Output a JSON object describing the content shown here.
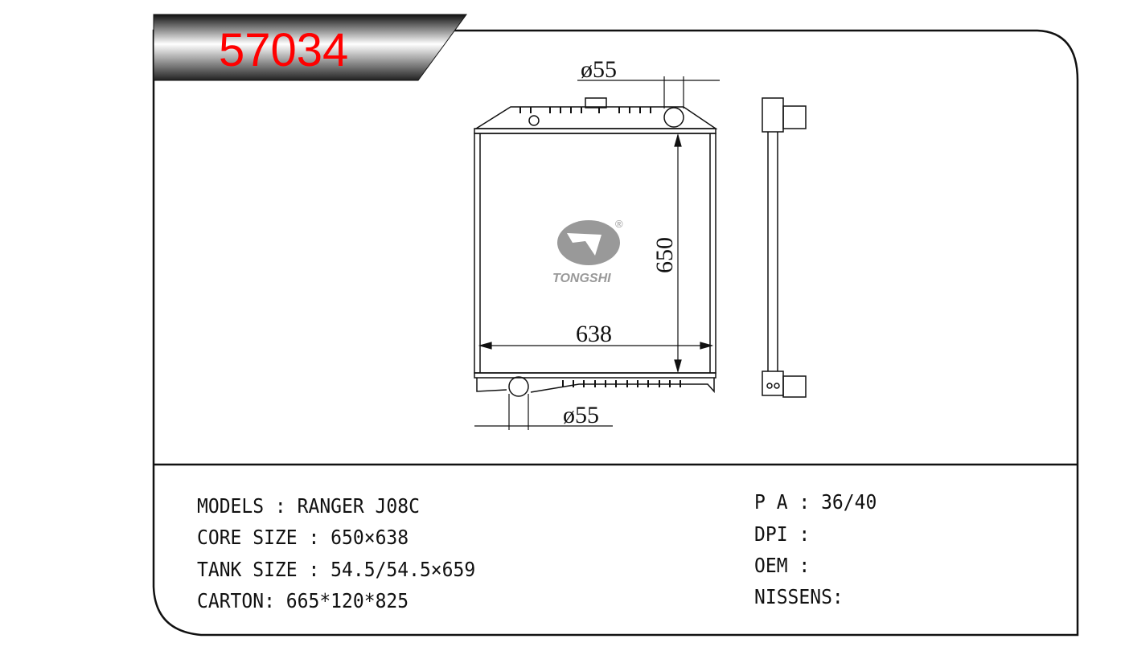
{
  "header": {
    "part_number": "57034",
    "part_number_color": "#ff0000"
  },
  "drawing": {
    "dim_top_inlet": "ø55",
    "dim_bottom_outlet": "ø55",
    "dim_height": "650",
    "dim_width": "638",
    "logo_text": "TONGSHI",
    "logo_mark": "®"
  },
  "specs_left": [
    {
      "label": "MODELS : ",
      "value": "RANGER J08C"
    },
    {
      "label": "CORE SIZE : ",
      "value": "650×638"
    },
    {
      "label": "TANK SIZE : ",
      "value": "54.5/54.5×659"
    },
    {
      "label": "CARTON: ",
      "value": "665*120*825"
    }
  ],
  "specs_right": [
    {
      "label": "P A : ",
      "value": "36/40"
    },
    {
      "label": "DPI : ",
      "value": ""
    },
    {
      "label": "OEM : ",
      "value": ""
    },
    {
      "label": "NISSENS:",
      "value": ""
    }
  ]
}
